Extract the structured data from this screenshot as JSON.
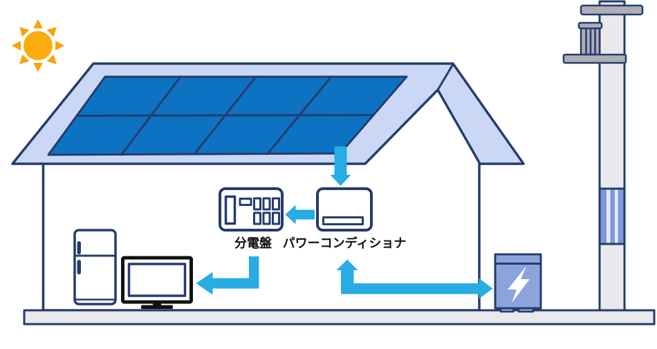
{
  "diagram": {
    "type": "residential-solar-power-system-illustration",
    "labels": {
      "distribution_board": "分電盤",
      "power_conditioner": "パワーコンディショナ"
    },
    "nodes": [
      "sun",
      "solar-panel-roof",
      "house",
      "refrigerator",
      "tv",
      "distribution-board",
      "power-conditioner",
      "storage-battery",
      "utility-pole",
      "ground"
    ],
    "flows": [
      {
        "from": "solar-panel-roof",
        "to": "power-conditioner",
        "direction": "down"
      },
      {
        "from": "power-conditioner",
        "to": "distribution-board",
        "direction": "left"
      },
      {
        "from": "distribution-board",
        "to": "tv-and-appliances",
        "direction": "down-then-left"
      },
      {
        "from": "power-conditioner",
        "to": "storage-battery",
        "direction": "bidirectional"
      }
    ]
  },
  "colors": {
    "outline_navy": "#243C6C",
    "roof_light_blue": "#CAD8F6",
    "panel_blue": "#0E72C2",
    "arrow_cyan": "#27ACE3",
    "battery_blue": "#8CA4DC",
    "pole_gray_light": "#E9E9ED",
    "pole_gray_mid": "#AEAEB7",
    "pole_stripe_blue": "#7E99DB",
    "sun_yellow": "#FBAD0E",
    "sun_ray_orange": "#F5A40B",
    "label_text": "#111111"
  }
}
